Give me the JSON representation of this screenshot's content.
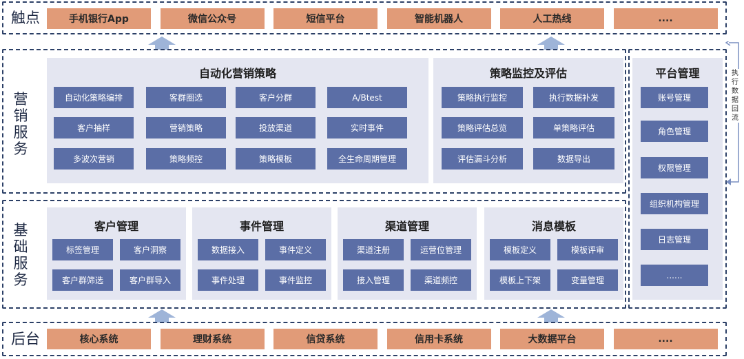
{
  "touchpoints": {
    "label": "触点",
    "items": [
      "手机银行App",
      "微信公众号",
      "短信平台",
      "智能机器人",
      "人工热线",
      "...."
    ]
  },
  "marketing": {
    "label": "营销服务",
    "automation": {
      "title": "自动化营销策略",
      "items": [
        "自动化策略编排",
        "客群圈选",
        "客户分群",
        "A/Btest",
        "客户抽样",
        "营销策略",
        "投放渠道",
        "实时事件",
        "多波次营销",
        "策略频控",
        "策略模板",
        "全生命周期管理"
      ]
    },
    "monitoring": {
      "title": "策略监控及评估",
      "items": [
        "策略执行监控",
        "执行数据补发",
        "策略评估总览",
        "单策略评估",
        "评估漏斗分析",
        "数据导出"
      ]
    }
  },
  "platform": {
    "title": "平台管理",
    "items": [
      "账号管理",
      "角色管理",
      "权限管理",
      "组织机构管理",
      "日志管理",
      "......"
    ],
    "feedback_label": "执行数据回流"
  },
  "basic": {
    "label": "基础服务",
    "panels": [
      {
        "title": "客户管理",
        "items": [
          "标签管理",
          "客户洞察",
          "客户群筛选",
          "客户群导入"
        ]
      },
      {
        "title": "事件管理",
        "items": [
          "数据接入",
          "事件定义",
          "事件处理",
          "事件监控"
        ]
      },
      {
        "title": "渠道管理",
        "items": [
          "渠道注册",
          "运营位管理",
          "接入管理",
          "渠道频控"
        ]
      },
      {
        "title": "消息模板",
        "items": [
          "模板定义",
          "模板评审",
          "模板上下架",
          "变量管理"
        ]
      }
    ]
  },
  "backend": {
    "label": "后台",
    "items": [
      "核心系统",
      "理财系统",
      "信贷系统",
      "信用卡系统",
      "大数据平台",
      "...."
    ]
  }
}
